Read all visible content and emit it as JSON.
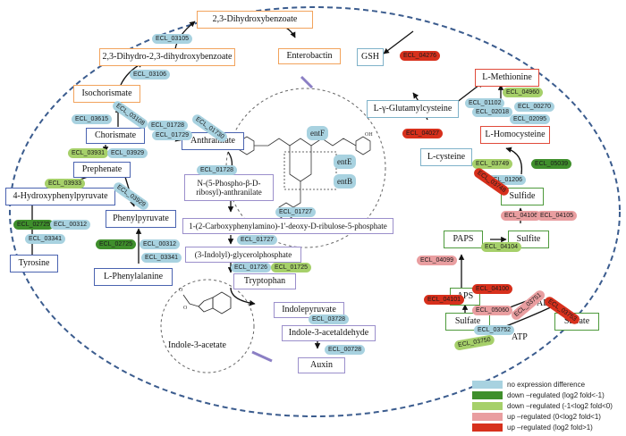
{
  "compounds": {
    "dhb": "2,3-Dihydroxybenzoate",
    "dihydro": "2,3-Dihydro-2,3-dihydroxybenzoate",
    "enterobactin": "Enterobactin",
    "isochorismate": "Isochorismate",
    "chorismate": "Chorismate",
    "anthranilate": "Anthranilate",
    "prephenate": "Prephenate",
    "nphospho": "N-(5-Phospho-β-D-ribosyl)-anthranilate",
    "hpp": "4-Hydroxyphenylpyruvate",
    "phenylpyruvate": "Phenylpyruvate",
    "tyrosine": "Tyrosine",
    "phenylalanine": "L-Phenylalanine",
    "carboxy": "1-(2-Carboxyphenylamino)-1'-deoxy-D-ribulose-5-phosphate",
    "indolylglycerol": "(3-Indolyl)-glycerolphosphate",
    "tryptophan": "Tryptophan",
    "indolepyruvate": "Indolepyruvate",
    "indoleacetaldehyde": "Indole-3-acetaldehyde",
    "auxin": "Auxin",
    "indoleacetate": "Indole-3-acetate",
    "gsh": "GSH",
    "glutamylcysteine": "L-γ-Glutamylcysteine",
    "methionine": "L-Methionine",
    "homocysteine": "L-Homocysteine",
    "cysteine": "L-cysteine",
    "sulfide": "Sulfide",
    "sulfite": "Sulfite",
    "paps": "PAPS",
    "aps": "APS",
    "sulfate_left": "Sulfate",
    "sulfate_right": "Sulfate",
    "adp": "ADP",
    "atp": "ATP"
  },
  "structure_labels": {
    "entF": "entF",
    "entE": "entE",
    "entB": "entB"
  },
  "genes": {
    "g03105": "ECL_03105",
    "g03106": "ECL_03106",
    "g03615": "ECL_03615",
    "g03108": "ECL_03108",
    "g01728a": "ECL_01728",
    "g01729": "ECL_01729",
    "g01730": "ECL_01730",
    "g03931": "ECL_03931",
    "g03929a": "ECL_03929",
    "g01728b": "ECL_01728",
    "g03933": "ECL_03933",
    "g03929b": "ECL_03929",
    "g02725a": "ECL_02725",
    "g00312a": "ECL_00312",
    "g03341a": "ECL_03341",
    "g02725b": "ECL_02725",
    "g00312b": "ECL_00312",
    "g03341b": "ECL_03341",
    "g01727a": "ECL_01727",
    "g01727b": "ECL_01727",
    "g01726": "ECL_01726",
    "g01725": "ECL_01725",
    "g03728": "ECL_03728",
    "g00728": "ECL_00728",
    "g04276": "ECL_04276",
    "g04027": "ECL_04027",
    "g04960": "ECL_04960",
    "g01102": "ECL_01102",
    "g00270": "ECL_00270",
    "g02018": "ECL_02018",
    "g02095": "ECL_02095",
    "g03749": "ECL_03749",
    "g01206": "ECL_01206",
    "g03748": "ECL_03748",
    "g05039": "ECL_05039",
    "g04106": "ECL_04106",
    "g04105": "ECL_04105",
    "g04104": "ECL_04104",
    "g04099": "ECL_04099",
    "g04100": "ECL_04100",
    "g04101": "ECL_04101",
    "g05060": "ECL_05060",
    "g03751": "ECL_03751",
    "g03753": "ECL_03753",
    "g03752": "ECL_03752",
    "g03750": "ECL_03750"
  },
  "legend": [
    {
      "label": "no expression difference",
      "color": "#a8d2e0"
    },
    {
      "label": "down –regulated  (log2 fold<-1)",
      "color": "#3f8f2c"
    },
    {
      "label": "down –regulated  (-1<log2 fold<0)",
      "color": "#a6d06a"
    },
    {
      "label": "up –regulated  (0<log2 fold<1)",
      "color": "#e99ea0"
    },
    {
      "label": "up –regulated  (log2 fold>1)",
      "color": "#d7301c"
    }
  ]
}
